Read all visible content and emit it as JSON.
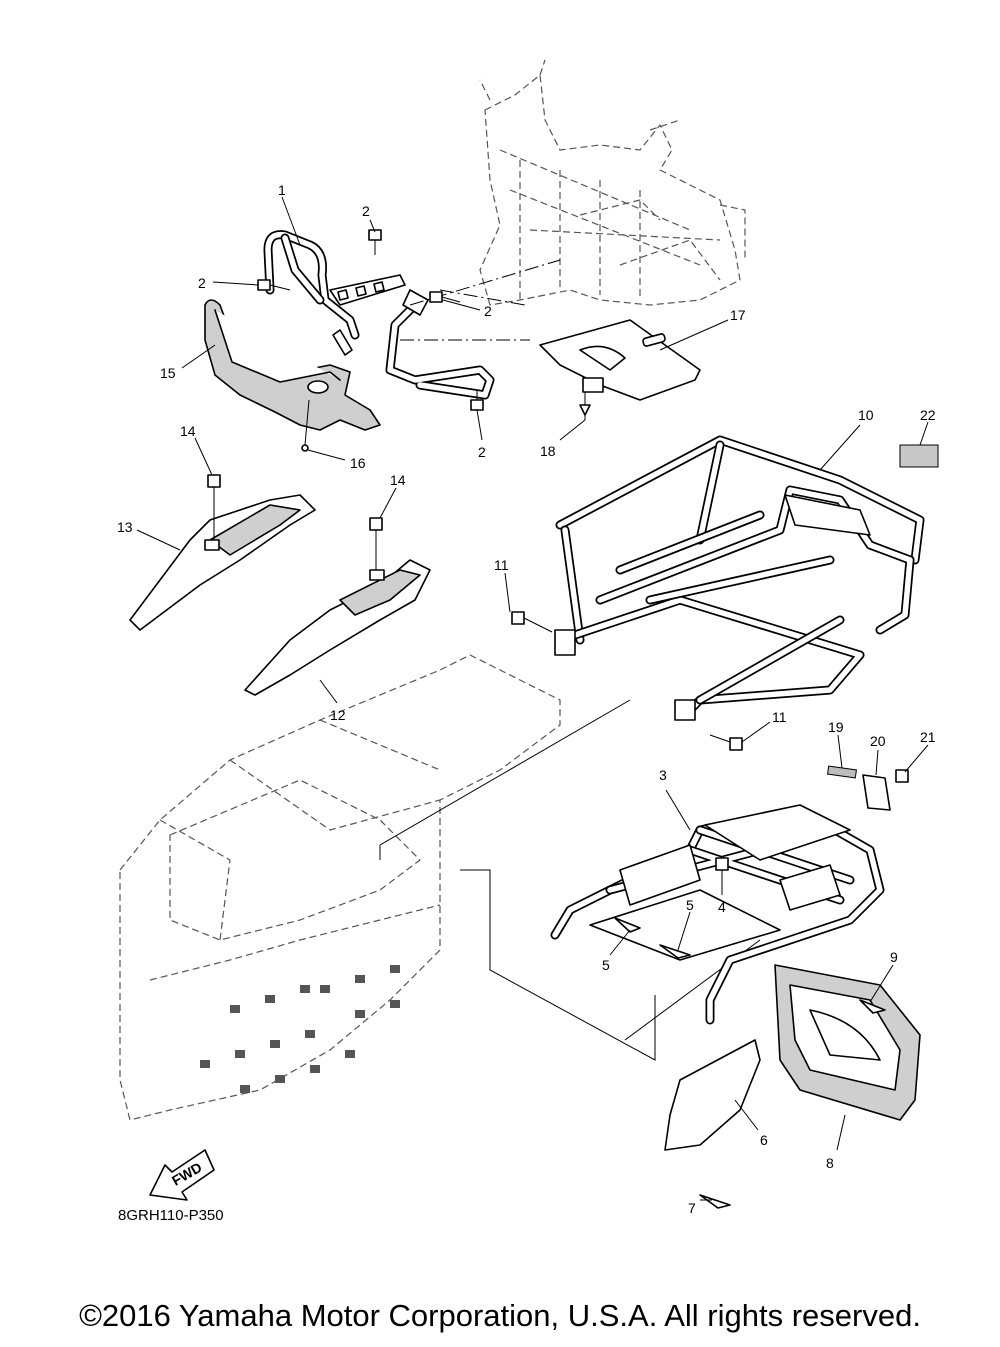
{
  "diagram": {
    "drawing_code": "8GRH110-P350",
    "fwd_arrow_label": "FWD",
    "callouts": [
      "1",
      "2",
      "2",
      "2",
      "2",
      "3",
      "4",
      "5",
      "5",
      "6",
      "7",
      "8",
      "9",
      "10",
      "11",
      "11",
      "12",
      "13",
      "14",
      "14",
      "15",
      "16",
      "17",
      "18",
      "19",
      "20",
      "21",
      "22"
    ]
  },
  "footer": {
    "copyright": "©2016 Yamaha Motor Corporation, U.S.A. All rights reserved."
  }
}
